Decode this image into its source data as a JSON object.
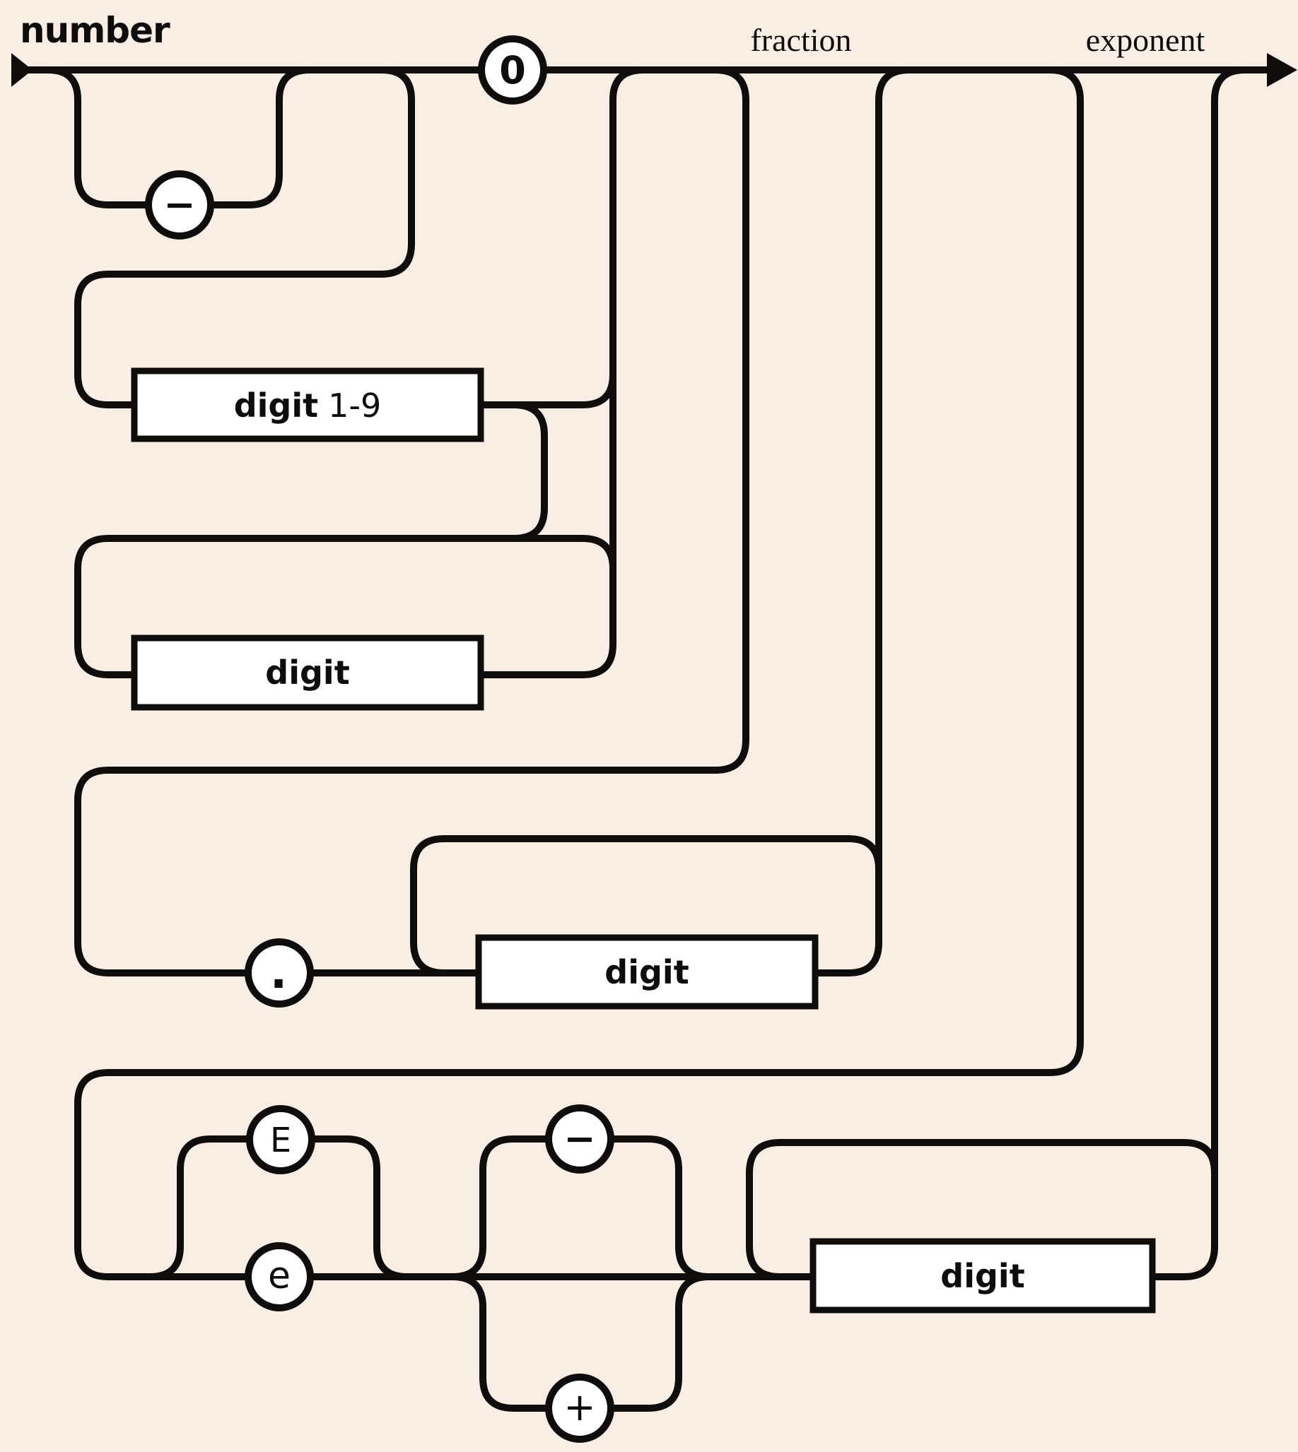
{
  "page": {
    "background_color": "#f8eee3",
    "rail_color": "#0e0d0b",
    "node_fill": "#ffffff"
  },
  "diagram": {
    "title": "number",
    "labels": {
      "fraction": "fraction",
      "exponent": "exponent"
    },
    "terminals": {
      "zero": "0",
      "minus": "−",
      "dot": ".",
      "upper_e": "E",
      "lower_e": "e",
      "exp_minus": "−",
      "exp_plus": "+"
    },
    "boxes": {
      "digit19_main": "digit",
      "digit19_range": "1-9",
      "digit": "digit"
    }
  }
}
